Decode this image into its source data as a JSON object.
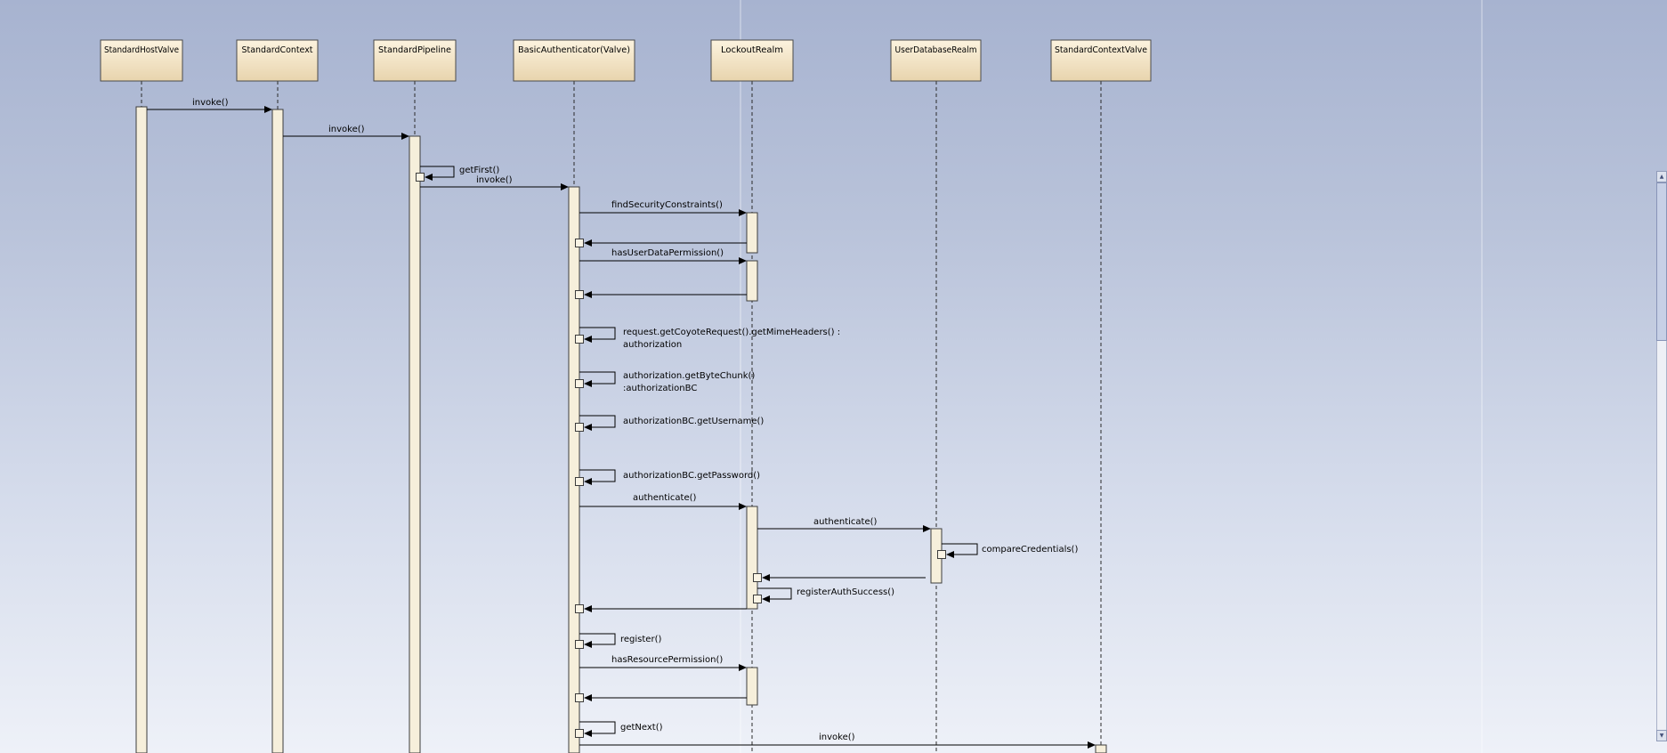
{
  "window": {
    "background_top": "#a7b3d0",
    "background_bottom": "#eef1f8"
  },
  "diagram": {
    "type": "uml-sequence",
    "head_fill_top": "#fcf3df",
    "head_fill_bottom": "#e8d4ad",
    "lifelines": [
      {
        "label": "StandardHostValve"
      },
      {
        "label": "StandardContext"
      },
      {
        "label": "StandardPipeline"
      },
      {
        "label": "BasicAuthenticator(Valve)"
      },
      {
        "label": "LockoutRealm"
      },
      {
        "label": "UserDatabaseRealm"
      },
      {
        "label": "StandardContextValve"
      }
    ],
    "messages": [
      {
        "label": "invoke()",
        "from": "StandardHostValve",
        "to": "StandardContext",
        "kind": "call"
      },
      {
        "label": "invoke()",
        "from": "StandardContext",
        "to": "StandardPipeline",
        "kind": "call"
      },
      {
        "label": "getFirst()",
        "from": "StandardPipeline",
        "to": "StandardPipeline",
        "kind": "self"
      },
      {
        "label": "invoke()",
        "from": "StandardPipeline",
        "to": "BasicAuthenticator(Valve)",
        "kind": "call"
      },
      {
        "label": "findSecurityConstraints()",
        "from": "BasicAuthenticator(Valve)",
        "to": "LockoutRealm",
        "kind": "call"
      },
      {
        "label": "",
        "from": "LockoutRealm",
        "to": "BasicAuthenticator(Valve)",
        "kind": "return"
      },
      {
        "label": "hasUserDataPermission()",
        "from": "BasicAuthenticator(Valve)",
        "to": "LockoutRealm",
        "kind": "call"
      },
      {
        "label": "",
        "from": "LockoutRealm",
        "to": "BasicAuthenticator(Valve)",
        "kind": "return"
      },
      {
        "label": "request.getCoyoteRequest().getMimeHeaders() :",
        "label2": "authorization",
        "from": "BasicAuthenticator(Valve)",
        "to": "BasicAuthenticator(Valve)",
        "kind": "self"
      },
      {
        "label": "authorization.getByteChunk()",
        "label2": ":authorizationBC",
        "from": "BasicAuthenticator(Valve)",
        "to": "BasicAuthenticator(Valve)",
        "kind": "self"
      },
      {
        "label": "authorizationBC.getUsername()",
        "from": "BasicAuthenticator(Valve)",
        "to": "BasicAuthenticator(Valve)",
        "kind": "self"
      },
      {
        "label": "authorizationBC.getPassword()",
        "from": "BasicAuthenticator(Valve)",
        "to": "BasicAuthenticator(Valve)",
        "kind": "self"
      },
      {
        "label": "authenticate()",
        "from": "BasicAuthenticator(Valve)",
        "to": "LockoutRealm",
        "kind": "call"
      },
      {
        "label": "authenticate()",
        "from": "LockoutRealm",
        "to": "UserDatabaseRealm",
        "kind": "call"
      },
      {
        "label": "compareCredentials()",
        "from": "UserDatabaseRealm",
        "to": "UserDatabaseRealm",
        "kind": "self"
      },
      {
        "label": "",
        "from": "UserDatabaseRealm",
        "to": "LockoutRealm",
        "kind": "return"
      },
      {
        "label": "registerAuthSuccess()",
        "from": "LockoutRealm",
        "to": "LockoutRealm",
        "kind": "self"
      },
      {
        "label": "",
        "from": "LockoutRealm",
        "to": "BasicAuthenticator(Valve)",
        "kind": "return"
      },
      {
        "label": "register()",
        "from": "BasicAuthenticator(Valve)",
        "to": "BasicAuthenticator(Valve)",
        "kind": "self"
      },
      {
        "label": "hasResourcePermission()",
        "from": "BasicAuthenticator(Valve)",
        "to": "LockoutRealm",
        "kind": "call"
      },
      {
        "label": "",
        "from": "LockoutRealm",
        "to": "BasicAuthenticator(Valve)",
        "kind": "return"
      },
      {
        "label": "getNext()",
        "from": "BasicAuthenticator(Valve)",
        "to": "BasicAuthenticator(Valve)",
        "kind": "self"
      },
      {
        "label": "invoke()",
        "from": "BasicAuthenticator(Valve)",
        "to": "StandardContextValve",
        "kind": "call"
      }
    ]
  },
  "scrollbar": {
    "up_icon": "▲",
    "down_icon": "▼"
  }
}
